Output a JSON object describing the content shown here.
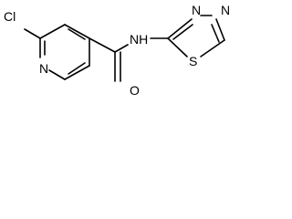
{
  "molecule": {
    "atom_labels": {
      "chlorine": "Cl",
      "pyridine_nitrogen": "N",
      "amide_nitrogen": "NH",
      "carbonyl_oxygen": "O",
      "ring_nitrogen_1": "N",
      "ring_nitrogen_2": "N",
      "ring_sulfur": "S"
    },
    "colors": {
      "bond": "#000000",
      "label": "#000000",
      "background": "#ffffff"
    }
  }
}
